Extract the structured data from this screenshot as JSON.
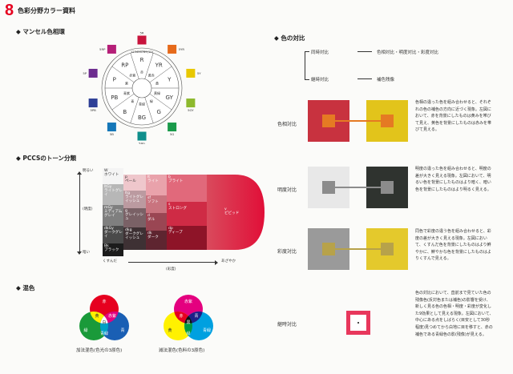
{
  "header": {
    "number": "8",
    "title": "色彩分野カラー資料"
  },
  "munsell": {
    "title": "マンセル色相環",
    "ring_text": "123456789(10)",
    "hues_outer": [
      {
        "code": "R",
        "color": "#c8143c"
      },
      {
        "code": "YR",
        "color": "#e66a1a"
      },
      {
        "code": "Y",
        "color": "#e8c800"
      },
      {
        "code": "GY",
        "color": "#8db92e"
      },
      {
        "code": "G",
        "color": "#199a4a"
      },
      {
        "code": "BG",
        "color": "#0f8f8c"
      },
      {
        "code": "B",
        "color": "#1577b8"
      },
      {
        "code": "PB",
        "color": "#2e3f96"
      },
      {
        "code": "P",
        "color": "#6d2c8f"
      },
      {
        "code": "RP",
        "color": "#b51f78"
      }
    ],
    "inner_labels": [
      "赤",
      "黄赤",
      "黄",
      "黄緑",
      "緑",
      "青緑",
      "青",
      "青紫",
      "紫",
      "赤紫"
    ],
    "swatches": [
      {
        "code": "5R",
        "color": "#c8143c"
      },
      {
        "code": "5YR",
        "color": "#e66a1a"
      },
      {
        "code": "5Y",
        "color": "#e8c800"
      },
      {
        "code": "5GY",
        "color": "#8db92e"
      },
      {
        "code": "5G",
        "color": "#199a4a"
      },
      {
        "code": "5BG",
        "color": "#0f8f8c"
      },
      {
        "code": "5B",
        "color": "#1577b8"
      },
      {
        "code": "5PB",
        "color": "#2e3f96"
      },
      {
        "code": "5P",
        "color": "#6d2c8f"
      },
      {
        "code": "5RP",
        "color": "#b51f78"
      }
    ]
  },
  "pccs": {
    "title": "PCCSのトーン分類",
    "y_top": "明るい",
    "y_mid": "(明度)",
    "y_bottom": "暗い",
    "x_left": "くすんだ",
    "x_mid": "(彩度)",
    "x_right": "あざやか",
    "tones": [
      {
        "code": "W",
        "name": "ホワイト"
      },
      {
        "code": "ltGy",
        "name": "ライトグレイ"
      },
      {
        "code": "mGy",
        "name": "ミディアムグレイ"
      },
      {
        "code": "dkGy",
        "name": "ダークグレイ"
      },
      {
        "code": "Bk",
        "name": "ブラック"
      },
      {
        "code": "p",
        "name": "ペール"
      },
      {
        "code": "ltg",
        "name": "ライトグレイッシュ"
      },
      {
        "code": "g",
        "name": "グレイッシュ"
      },
      {
        "code": "dkg",
        "name": "ダークグレイッシュ"
      },
      {
        "code": "lt",
        "name": "ライト"
      },
      {
        "code": "sf",
        "name": "ソフト"
      },
      {
        "code": "d",
        "name": "ダル"
      },
      {
        "code": "dk",
        "name": "ダーク"
      },
      {
        "code": "b",
        "name": "ブライト"
      },
      {
        "code": "s",
        "name": "ストロング"
      },
      {
        "code": "dp",
        "name": "ディープ"
      },
      {
        "code": "v",
        "name": "ビビッド"
      }
    ]
  },
  "mixing": {
    "title": "混色",
    "additive_label": "加法混色(色光の3原色)",
    "subtractive_label": "減法混色(色料の3原色)",
    "additive": {
      "top": "赤",
      "left": "緑",
      "right": "青",
      "tl": "黄",
      "tr": "赤紫",
      "bottom": "青緑",
      "center": "白"
    },
    "subtractive": {
      "top": "赤紫",
      "left": "黄",
      "right": "青緑",
      "tl": "赤",
      "tr": "青",
      "bottom": "緑",
      "center": "黒"
    }
  },
  "contrast": {
    "title": "色の対比",
    "tree": {
      "simultaneous": "同時対比",
      "simultaneous_desc": "色相対比・明度対比・彩度対比",
      "successive": "継時対比",
      "successive_desc": "補色残像"
    },
    "items": [
      {
        "label": "色相対比",
        "text": "色相の違った色を組み合わせると、それぞれの色の補色の方向に近づく現象。左図において、赤を背景にしたものは黄みを帯びて見え、黄色を背景にしたものは赤みを帯びて見える。"
      },
      {
        "label": "明度対比",
        "text": "明度の違った色を組み合わせると、明度の差が大きく見える現象。左図において、明るい色を背景にしたものはより暗く、暗い色を背景にしたものはより明るく見える。"
      },
      {
        "label": "彩度対比",
        "text": "同色で彩度の違う色を組み合わせると、彩度の差が大きく見える現象。左図において、くすんだ色を背景にしたものはより鮮やかに、鮮やかな色を背景にしたものはよりくすんで見える。"
      },
      {
        "label": "継時対比",
        "text": "色の対比において、直前まで見ていた色の残像色(反対色または補色)の影響を受け、新しく見る色の色相・明度・彩度が変化した9効果として見える現象。左図において、中心にある点をしばらく(目安として30秒程度)見つめてから白地に目を移すと、赤の補色である青緑色の影(残像)が見える。"
      }
    ]
  },
  "colors": {
    "brand_red": "#e6001f",
    "hue_bg_red": "#c8323f",
    "hue_bg_yellow": "#e2c41b",
    "hue_mid": "#e57a23",
    "light_bg": "#e8e8e8",
    "dark_bg": "#2f332f",
    "gray_mid": "#8c8c8c",
    "sat_gray": "#9a9a9a",
    "sat_yellow": "#e4c92c",
    "sat_mid": "#b7a24a",
    "successive_red": "#e8375c"
  }
}
